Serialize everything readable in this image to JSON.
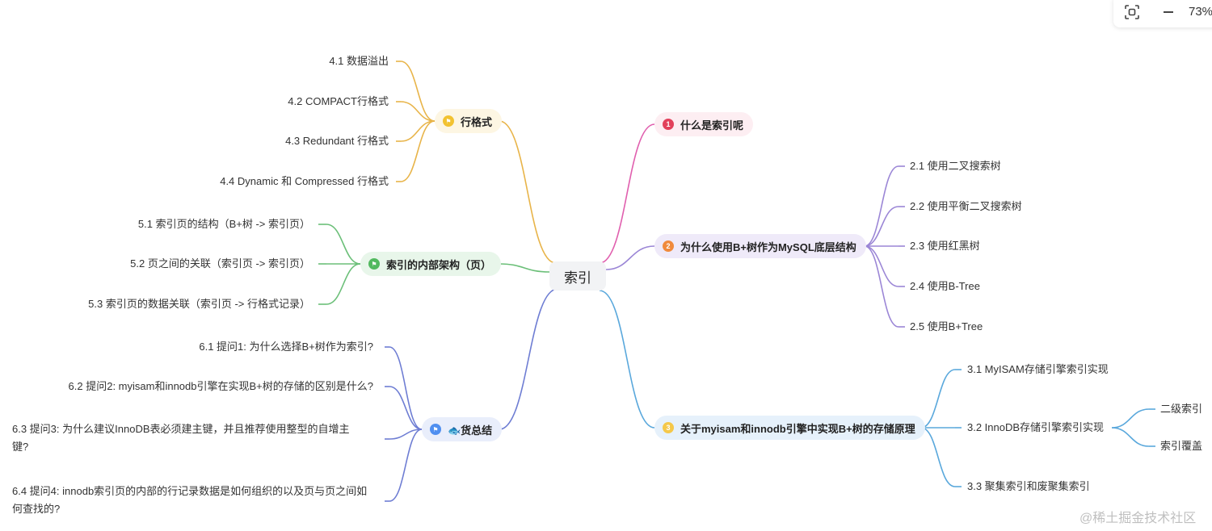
{
  "root": {
    "label": "索引"
  },
  "branches": {
    "b1": {
      "label": "什么是索引呢",
      "badge": "1",
      "color": "#e05fae",
      "badge_color": "#e2415b",
      "bg": "#fdeef2"
    },
    "b2": {
      "label": "为什么使用B+树作为MySQL底层结构",
      "badge": "2",
      "color": "#9b86d6",
      "badge_color": "#f08a3c",
      "bg": "#efeaf9",
      "children": [
        "2.1 使用二叉搜索树",
        "2.2 使用平衡二叉搜索树",
        "2.3 使用红黑树",
        "2.4 使用B-Tree",
        "2.5 使用B+Tree"
      ]
    },
    "b3": {
      "label": "关于myisam和innodb引擎中实现B+树的存储原理",
      "badge": "3",
      "color": "#5aa8dc",
      "badge_color": "#f5c84a",
      "bg": "#e6f1fb",
      "children": [
        "3.1 MyISAM存储引擎索引实现",
        "3.2 InnoDB存储引擎索引实现",
        "3.3 聚集索引和废聚集索引"
      ],
      "sub": [
        "二级索引",
        "索引覆盖"
      ]
    },
    "b4": {
      "label": "行格式",
      "color": "#e8b449",
      "badge_color": "#f2c230",
      "bg": "#fdf6e3",
      "children": [
        "4.1 数据溢出",
        "4.2 COMPACT行格式",
        "4.3 Redundant 行格式",
        "4.4 Dynamic 和 Compressed 行格式"
      ]
    },
    "b5": {
      "label": "索引的内部架构（页）",
      "color": "#6bbf78",
      "badge_color": "#52b95f",
      "bg": "#e8f6ea",
      "children": [
        "5.1 索引页的结构（B+树 -> 索引页）",
        "5.2 页之间的关联（索引页 -> 索引页）",
        "5.3 索引页的数据关联（索引页 -> 行格式记录）"
      ]
    },
    "b6": {
      "label": "🐟货总结",
      "color": "#6e7dd3",
      "badge_color": "#4f8ff0",
      "bg": "#e9eefb",
      "children": [
        "6.1 提问1: 为什么选择B+树作为索引?",
        "6.2 提问2: myisam和innodb引擎在实现B+树的存储的区别是什么?",
        "6.3 提问3: 为什么建议InnoDB表必须建主键，并且推荐使用整型的自增主键?",
        "6.4 提问4: innodb索引页的内部的行记录数据是如何组织的以及页与页之间如何查找的?"
      ]
    }
  },
  "toolbar": {
    "zoom": "73%",
    "focus_icon": "focus-frame-icon",
    "zoom_out_icon": "minus-icon"
  },
  "watermark": "@稀土掘金技术社区"
}
